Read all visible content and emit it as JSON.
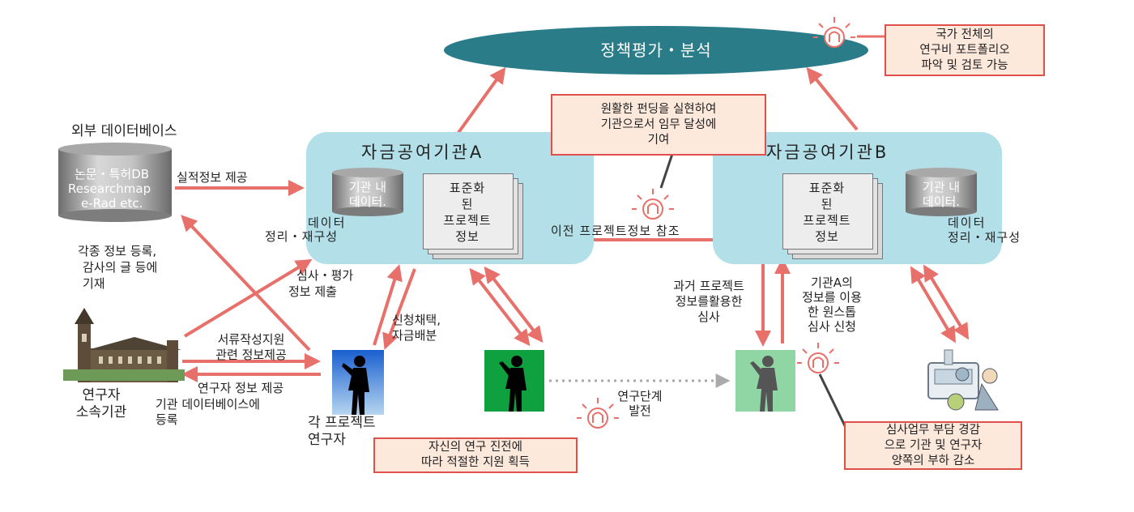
{
  "policy": {
    "label": "정책평가・분석"
  },
  "callouts": {
    "portfolio": [
      "국가 전체의",
      "연구비 포트폴리오",
      "파악 및 검토 가능"
    ],
    "funding": [
      "원활한 펀딩을 실현하여",
      "기관으로서 임무 달성에",
      "기여"
    ],
    "researcher": [
      "자신의 연구 진전에",
      "따라 적절한 지원 획득"
    ],
    "review": [
      "심사업무 부담 경감",
      "으로 기관 및 연구자",
      "양쪽의 부하 감소"
    ]
  },
  "org_a": {
    "title": "자금공여기관A",
    "db": [
      "기관 내",
      "데이터."
    ],
    "doc": [
      "표준화",
      "된",
      "프로젝트",
      "정보"
    ],
    "reorg": [
      "데이터",
      "정리・재구성"
    ]
  },
  "org_b": {
    "title": "자금공여기관B",
    "db": [
      "기관 내",
      "데이터."
    ],
    "doc": [
      "표준화",
      "된",
      "프로젝트",
      "정보"
    ],
    "reorg": [
      "데이터",
      "정리・재구성"
    ]
  },
  "external_db": {
    "title": "외부 데이터베이스",
    "lines": [
      "논문・특허DB",
      "Researchmap",
      "e-Rad etc."
    ]
  },
  "labels": {
    "performance": "실적정보 제공",
    "prev_project": "이전 프로젝트정보 참조",
    "various": [
      "각종 정보 등록,",
      "감사의 글 등에",
      "기재"
    ],
    "review_submit": [
      "심사・평가",
      "정보 제출"
    ],
    "apply": [
      "신청채택,",
      "자금배분"
    ],
    "past_project": [
      "과거 프로젝트",
      "정보를활용한",
      "심사"
    ],
    "org_a_info": [
      "기관A의",
      "정보를 이용",
      "한 원스톱",
      "심사 신청"
    ],
    "doc_support": [
      "서류작성지원",
      "관련 정보제공"
    ],
    "researcher_info": "연구자 정보 제공",
    "inst_db": [
      "기관 데이터베이스에",
      "등록"
    ],
    "research_stage": [
      "연구단계",
      "발전"
    ],
    "institution": [
      "연구자",
      "소속기관"
    ],
    "researchers": [
      "각 프로젝트",
      "연구자"
    ]
  },
  "colors": {
    "arrow": "#e8706a",
    "org_bg": "#b3e0e8",
    "policy_fill": "#2b7c89",
    "callout_border": "#e0504a",
    "callout_fill": "#fde8dc"
  }
}
